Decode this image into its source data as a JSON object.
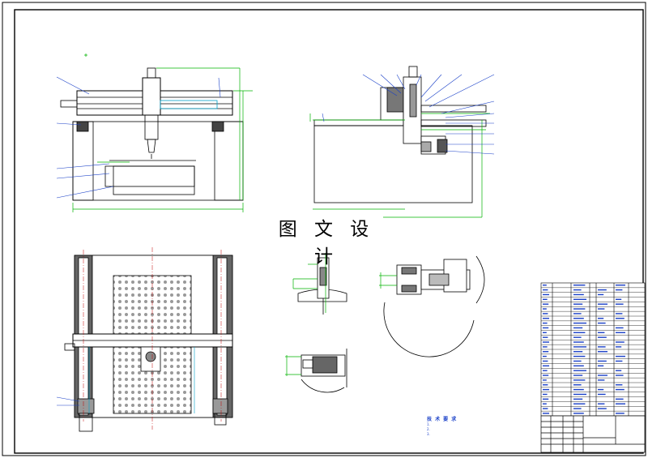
{
  "watermark": "图 文 设 计",
  "notes": {
    "title": "技 术 要 求",
    "lines": [
      "1.",
      "2.",
      "3."
    ]
  },
  "title_block": {
    "drawing_name": "",
    "drawing_number": ""
  },
  "colors": {
    "line": "#000000",
    "dimension": "#00b400",
    "leader": "#1a40c8",
    "hidden": "#00a0c8",
    "part_tint": "#e8e8e8"
  }
}
